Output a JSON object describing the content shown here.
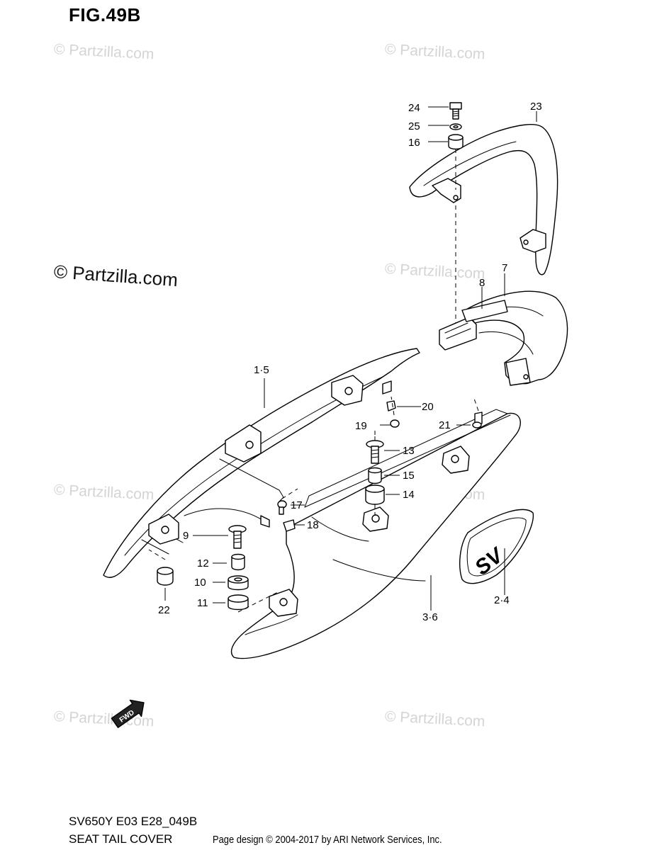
{
  "figure": {
    "title": "FIG.49B"
  },
  "watermark": {
    "faint": "© Partzilla.com",
    "strong": "© Partzilla.com"
  },
  "footer": {
    "model_code": "SV650Y E03 E28_049B",
    "assembly_name": "SEAT TAIL COVER",
    "credit": "Page design © 2004-2017 by ARI Network Services, Inc."
  },
  "fwd_label": "FWD",
  "emblem_text": "SV",
  "callouts": {
    "c1_5": "1·5",
    "c2_4": "2·4",
    "c3_6": "3·6",
    "c7": "7",
    "c8": "8",
    "c9": "9",
    "c10": "10",
    "c11": "11",
    "c12": "12",
    "c13": "13",
    "c14": "14",
    "c15": "15",
    "c16": "16",
    "c17": "17",
    "c18": "18",
    "c19": "19",
    "c20": "20",
    "c21": "21",
    "c22": "22",
    "c23": "23",
    "c24": "24",
    "c25": "25"
  }
}
